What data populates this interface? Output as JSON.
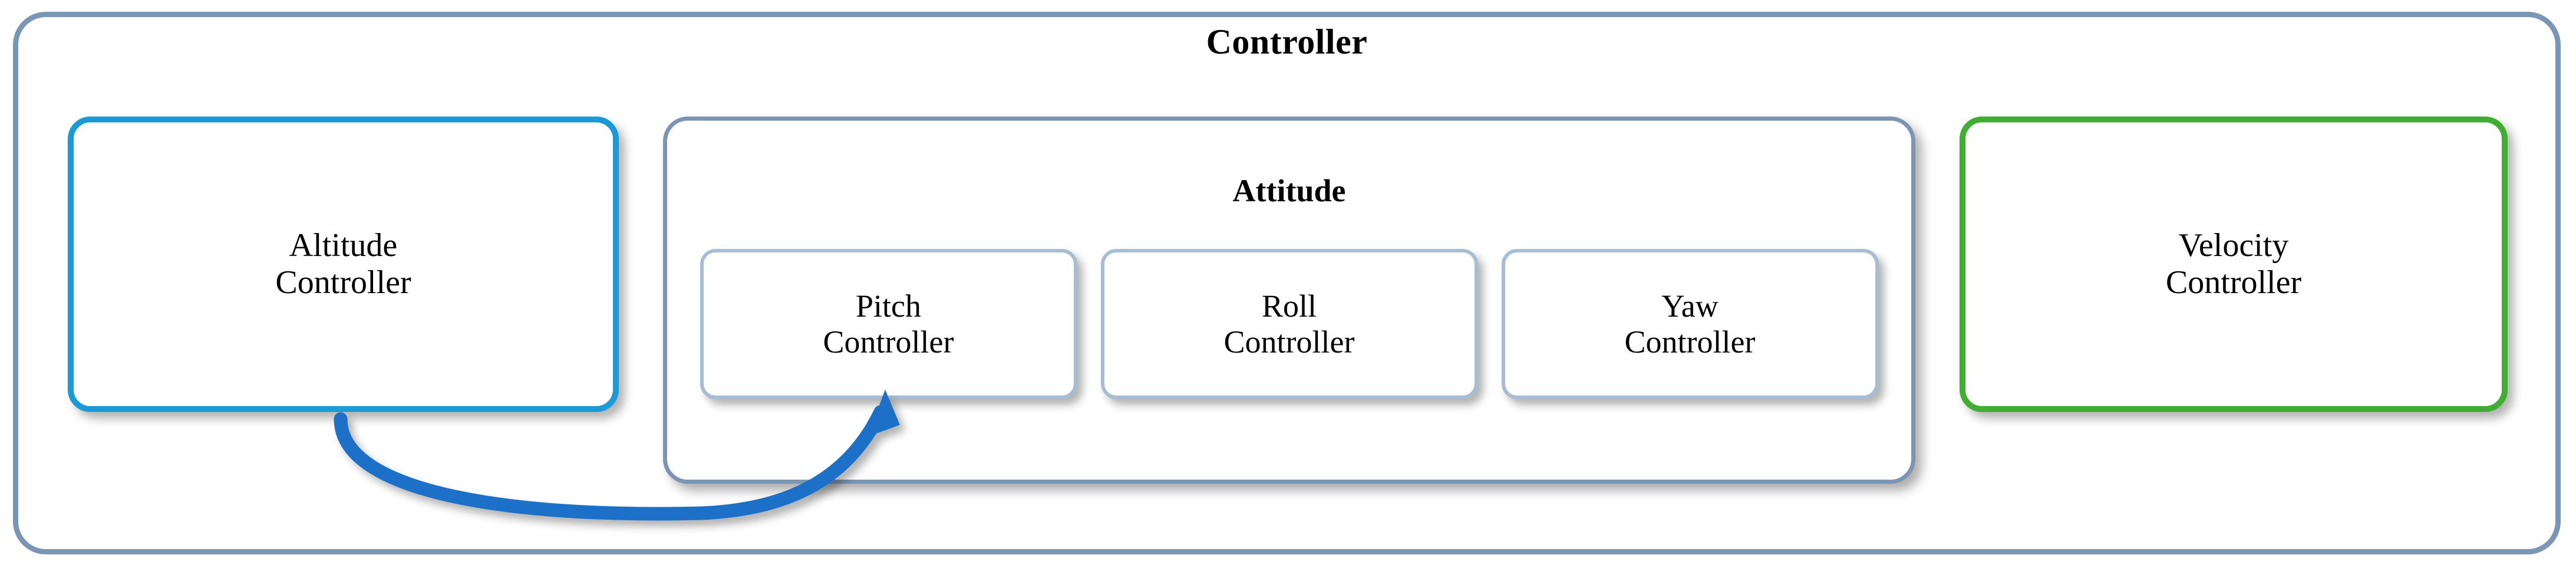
{
  "diagram": {
    "title": "Controller",
    "outer_border_color": "#7A96B4"
  },
  "blocks": {
    "altitude": {
      "label": "Altitude\nController",
      "border_color": "#1B9AD8"
    },
    "velocity": {
      "label": "Velocity\nController",
      "border_color": "#3FAE33"
    }
  },
  "attitude": {
    "title": "Attitude",
    "border_color": "#7A96B4",
    "sub_blocks": [
      {
        "label": "Pitch\nController",
        "border_color": "#A8BDD4"
      },
      {
        "label": "Roll\nController",
        "border_color": "#A8BDD4"
      },
      {
        "label": "Yaw\nController",
        "border_color": "#A8BDD4"
      }
    ]
  },
  "connections": [
    {
      "from": "Altitude Controller",
      "to": "Pitch Controller",
      "color": "#1F6FC8",
      "style": "curved-arrow"
    }
  ]
}
